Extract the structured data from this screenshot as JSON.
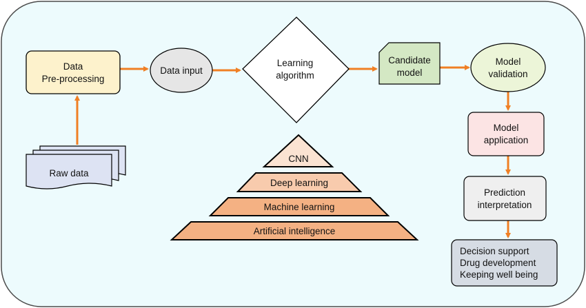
{
  "nodes": {
    "preprocess": {
      "lines": [
        "Data",
        "Pre-processing"
      ],
      "fill": "#fdf2cc"
    },
    "raw_data": {
      "lines": [
        "Raw data"
      ],
      "fill": "#dde3f3"
    },
    "data_input": {
      "lines": [
        "Data input"
      ],
      "fill": "#e6e6e6"
    },
    "learning_algorithm": {
      "lines": [
        "Learning",
        "algorithm"
      ],
      "fill": "#ffffff"
    },
    "candidate_model": {
      "lines": [
        "Candidate",
        "model"
      ],
      "fill": "#d4e8c4"
    },
    "model_validation": {
      "lines": [
        "Model",
        "validation"
      ],
      "fill": "#ecf5d8"
    },
    "model_application": {
      "lines": [
        "Model",
        "application"
      ],
      "fill": "#fce4e4"
    },
    "prediction_interpretation": {
      "lines": [
        "Prediction",
        "interpretation"
      ],
      "fill": "#efefef"
    },
    "outcomes": {
      "lines": [
        "Decision support",
        "Drug development",
        "Keeping well being"
      ],
      "fill": "#d6dce4"
    }
  },
  "pyramid": [
    {
      "label": "CNN",
      "fill": "#fbe3d2"
    },
    {
      "label": "Deep learning",
      "fill": "#f8cbad"
    },
    {
      "label": "Machine learning",
      "fill": "#f4b183"
    },
    {
      "label": "Artificial intelligence",
      "fill": "#f4b183"
    }
  ],
  "colors": {
    "background_panel": "#edfbfd",
    "arrow": "#f07f24",
    "outline": "#000000"
  }
}
